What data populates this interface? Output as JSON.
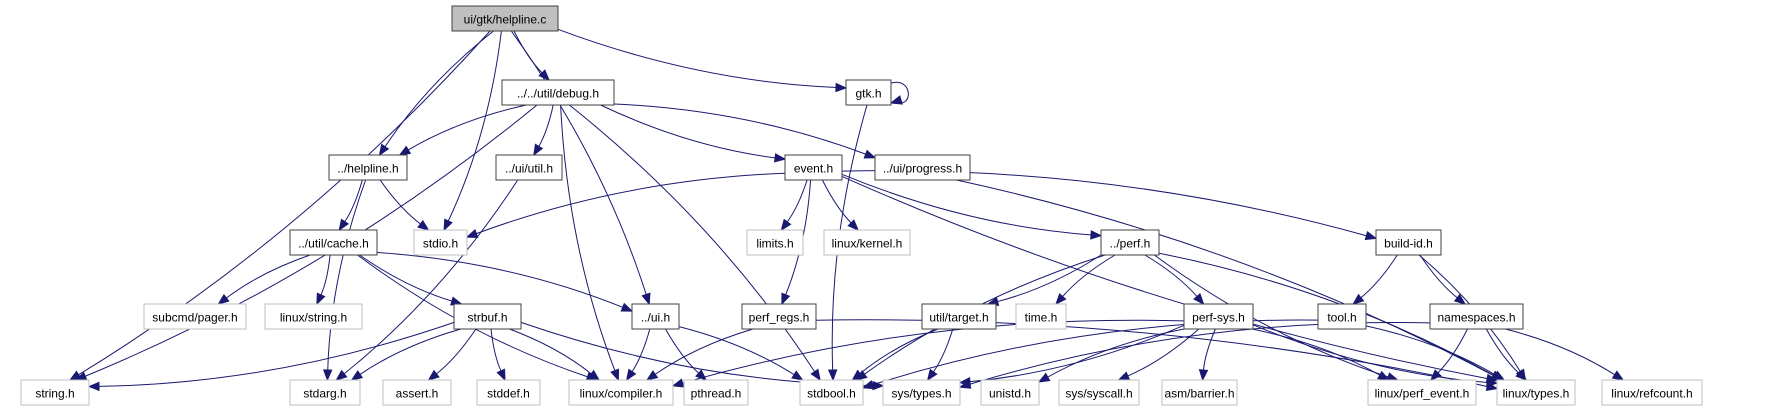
{
  "graph": {
    "type": "include-dependency-graph",
    "root": "ui/gtk/helpline.c",
    "colors": {
      "edge": "#191970",
      "root_fill": "#bfbfbf",
      "documented_border": "#404040",
      "external_border": "#bfbfbf"
    },
    "nodes": [
      {
        "id": "helpline_c",
        "label": "ui/gtk/helpline.c",
        "kind": "main"
      },
      {
        "id": "debug_h",
        "label": "../../util/debug.h",
        "kind": "doc"
      },
      {
        "id": "gtk_h",
        "label": "gtk.h",
        "kind": "doc"
      },
      {
        "id": "helpline_h",
        "label": "../helpline.h",
        "kind": "doc"
      },
      {
        "id": "ui_util_h",
        "label": "../ui/util.h",
        "kind": "doc"
      },
      {
        "id": "event_h",
        "label": "event.h",
        "kind": "doc"
      },
      {
        "id": "progress_h",
        "label": "../ui/progress.h",
        "kind": "doc"
      },
      {
        "id": "cache_h",
        "label": "../util/cache.h",
        "kind": "doc"
      },
      {
        "id": "stdio_h",
        "label": "stdio.h",
        "kind": "ext"
      },
      {
        "id": "limits_h",
        "label": "limits.h",
        "kind": "ext"
      },
      {
        "id": "kernel_h",
        "label": "linux/kernel.h",
        "kind": "ext"
      },
      {
        "id": "perf_h",
        "label": "../perf.h",
        "kind": "doc"
      },
      {
        "id": "buildid_h",
        "label": "build-id.h",
        "kind": "doc"
      },
      {
        "id": "pager_h",
        "label": "subcmd/pager.h",
        "kind": "ext"
      },
      {
        "id": "lstring_h",
        "label": "linux/string.h",
        "kind": "ext"
      },
      {
        "id": "strbuf_h",
        "label": "strbuf.h",
        "kind": "doc"
      },
      {
        "id": "ui_h",
        "label": "../ui.h",
        "kind": "doc"
      },
      {
        "id": "perfregs_h",
        "label": "perf_regs.h",
        "kind": "doc"
      },
      {
        "id": "target_h",
        "label": "util/target.h",
        "kind": "doc"
      },
      {
        "id": "time_h",
        "label": "time.h",
        "kind": "ext"
      },
      {
        "id": "perfsys_h",
        "label": "perf-sys.h",
        "kind": "doc"
      },
      {
        "id": "tool_h",
        "label": "tool.h",
        "kind": "doc"
      },
      {
        "id": "namespaces_h",
        "label": "namespaces.h",
        "kind": "doc"
      },
      {
        "id": "string_h",
        "label": "string.h",
        "kind": "ext"
      },
      {
        "id": "stdarg_h",
        "label": "stdarg.h",
        "kind": "ext"
      },
      {
        "id": "assert_h",
        "label": "assert.h",
        "kind": "ext"
      },
      {
        "id": "stddef_h",
        "label": "stddef.h",
        "kind": "ext"
      },
      {
        "id": "compiler_h",
        "label": "linux/compiler.h",
        "kind": "ext"
      },
      {
        "id": "pthread_h",
        "label": "pthread.h",
        "kind": "ext"
      },
      {
        "id": "stdbool_h",
        "label": "stdbool.h",
        "kind": "ext"
      },
      {
        "id": "systypes_h",
        "label": "sys/types.h",
        "kind": "ext"
      },
      {
        "id": "unistd_h",
        "label": "unistd.h",
        "kind": "ext"
      },
      {
        "id": "syscall_h",
        "label": "sys/syscall.h",
        "kind": "ext"
      },
      {
        "id": "barrier_h",
        "label": "asm/barrier.h",
        "kind": "ext"
      },
      {
        "id": "perfevent_h",
        "label": "linux/perf_event.h",
        "kind": "ext"
      },
      {
        "id": "ltypes_h",
        "label": "linux/types.h",
        "kind": "ext"
      },
      {
        "id": "refcount_h",
        "label": "linux/refcount.h",
        "kind": "ext"
      }
    ],
    "edges": [
      [
        "helpline_c",
        "string_h"
      ],
      [
        "helpline_c",
        "helpline_h"
      ],
      [
        "helpline_c",
        "stdio_h"
      ],
      [
        "helpline_c",
        "debug_h"
      ],
      [
        "helpline_c",
        "ui_h"
      ],
      [
        "helpline_c",
        "gtk_h"
      ],
      [
        "gtk_h",
        "gtk_h"
      ],
      [
        "gtk_h",
        "stdbool_h"
      ],
      [
        "debug_h",
        "string_h"
      ],
      [
        "debug_h",
        "helpline_h"
      ],
      [
        "debug_h",
        "ui_util_h"
      ],
      [
        "debug_h",
        "compiler_h"
      ],
      [
        "debug_h",
        "stdbool_h"
      ],
      [
        "debug_h",
        "event_h"
      ],
      [
        "debug_h",
        "progress_h"
      ],
      [
        "helpline_h",
        "stdarg_h"
      ],
      [
        "helpline_h",
        "cache_h"
      ],
      [
        "helpline_h",
        "stdio_h"
      ],
      [
        "ui_util_h",
        "stdarg_h"
      ],
      [
        "event_h",
        "stdio_h"
      ],
      [
        "event_h",
        "limits_h"
      ],
      [
        "event_h",
        "kernel_h"
      ],
      [
        "event_h",
        "perfregs_h"
      ],
      [
        "event_h",
        "perf_h"
      ],
      [
        "event_h",
        "buildid_h"
      ],
      [
        "event_h",
        "ltypes_h"
      ],
      [
        "progress_h",
        "ltypes_h"
      ],
      [
        "cache_h",
        "pager_h"
      ],
      [
        "cache_h",
        "lstring_h"
      ],
      [
        "cache_h",
        "strbuf_h"
      ],
      [
        "cache_h",
        "ui_h"
      ],
      [
        "cache_h",
        "compiler_h"
      ],
      [
        "strbuf_h",
        "string_h"
      ],
      [
        "strbuf_h",
        "stdarg_h"
      ],
      [
        "strbuf_h",
        "assert_h"
      ],
      [
        "strbuf_h",
        "stddef_h"
      ],
      [
        "strbuf_h",
        "compiler_h"
      ],
      [
        "strbuf_h",
        "systypes_h"
      ],
      [
        "ui_h",
        "compiler_h"
      ],
      [
        "ui_h",
        "pthread_h"
      ],
      [
        "ui_h",
        "stdbool_h"
      ],
      [
        "perfregs_h",
        "compiler_h"
      ],
      [
        "perfregs_h",
        "ltypes_h"
      ],
      [
        "perf_h",
        "stdbool_h"
      ],
      [
        "perf_h",
        "target_h"
      ],
      [
        "perf_h",
        "time_h"
      ],
      [
        "perf_h",
        "perfsys_h"
      ],
      [
        "perf_h",
        "perfevent_h"
      ],
      [
        "perf_h",
        "ltypes_h"
      ],
      [
        "target_h",
        "stdbool_h"
      ],
      [
        "target_h",
        "systypes_h"
      ],
      [
        "perfsys_h",
        "compiler_h"
      ],
      [
        "perfsys_h",
        "systypes_h"
      ],
      [
        "perfsys_h",
        "unistd_h"
      ],
      [
        "perfsys_h",
        "syscall_h"
      ],
      [
        "perfsys_h",
        "barrier_h"
      ],
      [
        "perfsys_h",
        "perfevent_h"
      ],
      [
        "perfsys_h",
        "ltypes_h"
      ],
      [
        "buildid_h",
        "tool_h"
      ],
      [
        "buildid_h",
        "namespaces_h"
      ],
      [
        "buildid_h",
        "ltypes_h"
      ],
      [
        "tool_h",
        "stdbool_h"
      ],
      [
        "tool_h",
        "ltypes_h"
      ],
      [
        "namespaces_h",
        "systypes_h"
      ],
      [
        "namespaces_h",
        "perfevent_h"
      ],
      [
        "namespaces_h",
        "ltypes_h"
      ],
      [
        "namespaces_h",
        "refcount_h"
      ]
    ]
  }
}
